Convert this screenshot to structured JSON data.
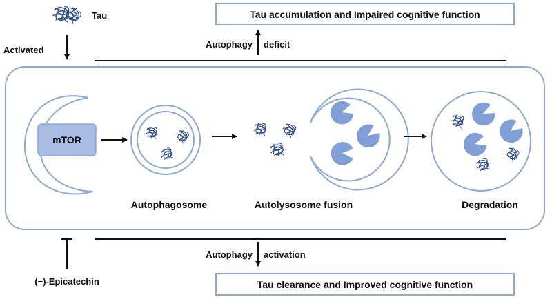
{
  "labels": {
    "tau": "Tau",
    "activated": "Activated",
    "autophagy_top": "Autophagy",
    "deficit": "deficit",
    "top_box": "Tau accumulation and Impaired cognitive function",
    "mtor": "mTOR",
    "autophagosome": "Autophagosome",
    "autolysosome": "Autolysosome fusion",
    "degradation": "Degradation",
    "autophagy_bottom": "Autophagy",
    "activation": "activation",
    "epicatechin": "(−)-Epicatechin",
    "bottom_box": "Tau clearance and Improved cognitive function"
  },
  "colors": {
    "outline": "#8aa8d8",
    "box_fill": "#a9bde3",
    "lysosome_fill": "#7f9fd6",
    "tau_strand": "#2f4f8f",
    "arrow": "#111111"
  },
  "icons": {
    "tau": "tangled-tau-protein-icon",
    "lysosome": "lysosome-pacman-icon",
    "phagophore": "crescent-membrane-icon"
  }
}
